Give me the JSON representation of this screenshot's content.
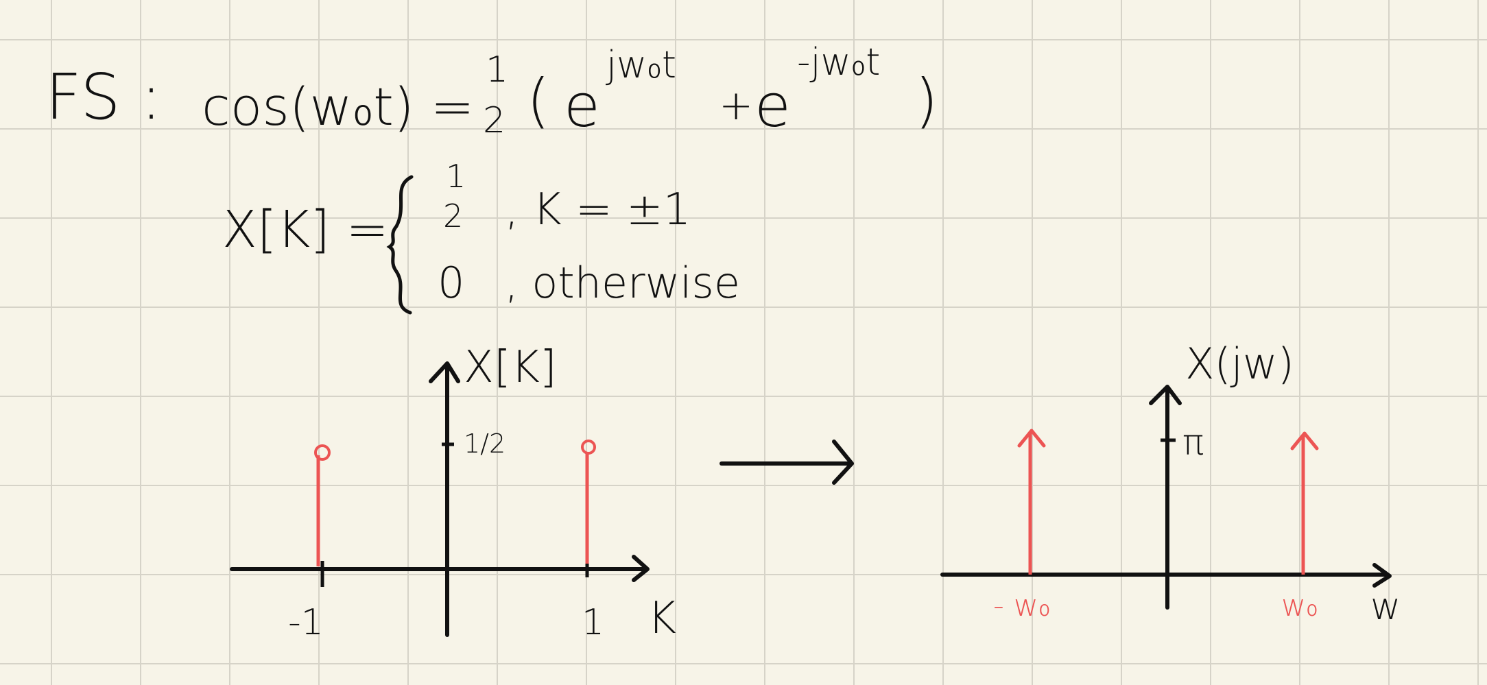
{
  "line1": {
    "label": "FS :",
    "lhs": "cos(w₀t) =",
    "half_num": "1",
    "half_den": "2",
    "open": "(",
    "e1": "e",
    "exp1": "jw₀t",
    "plus": "+",
    "e2": "e",
    "exp2": "-jw₀t",
    "close": ")"
  },
  "line2": {
    "lhs": "X[K] =",
    "case1_num": "1",
    "case1_den": "2",
    "case1_cond": ", K = ±1",
    "case2_val": "0",
    "case2_cond": ", otherwise"
  },
  "left_plot": {
    "y_label": "X[K]",
    "tick_label": "1/2",
    "x_label": "K",
    "tick_neg": "-1",
    "tick_pos": "1"
  },
  "right_plot": {
    "y_label": "X(jw)",
    "tick_label": "π",
    "x_label": "w",
    "tick_neg": "- w₀",
    "tick_pos": "w₀"
  },
  "colors": {
    "ink": "#111111",
    "accent": "#ec5453",
    "paper": "#f7f4e8",
    "grid": "#d6d3c8"
  }
}
